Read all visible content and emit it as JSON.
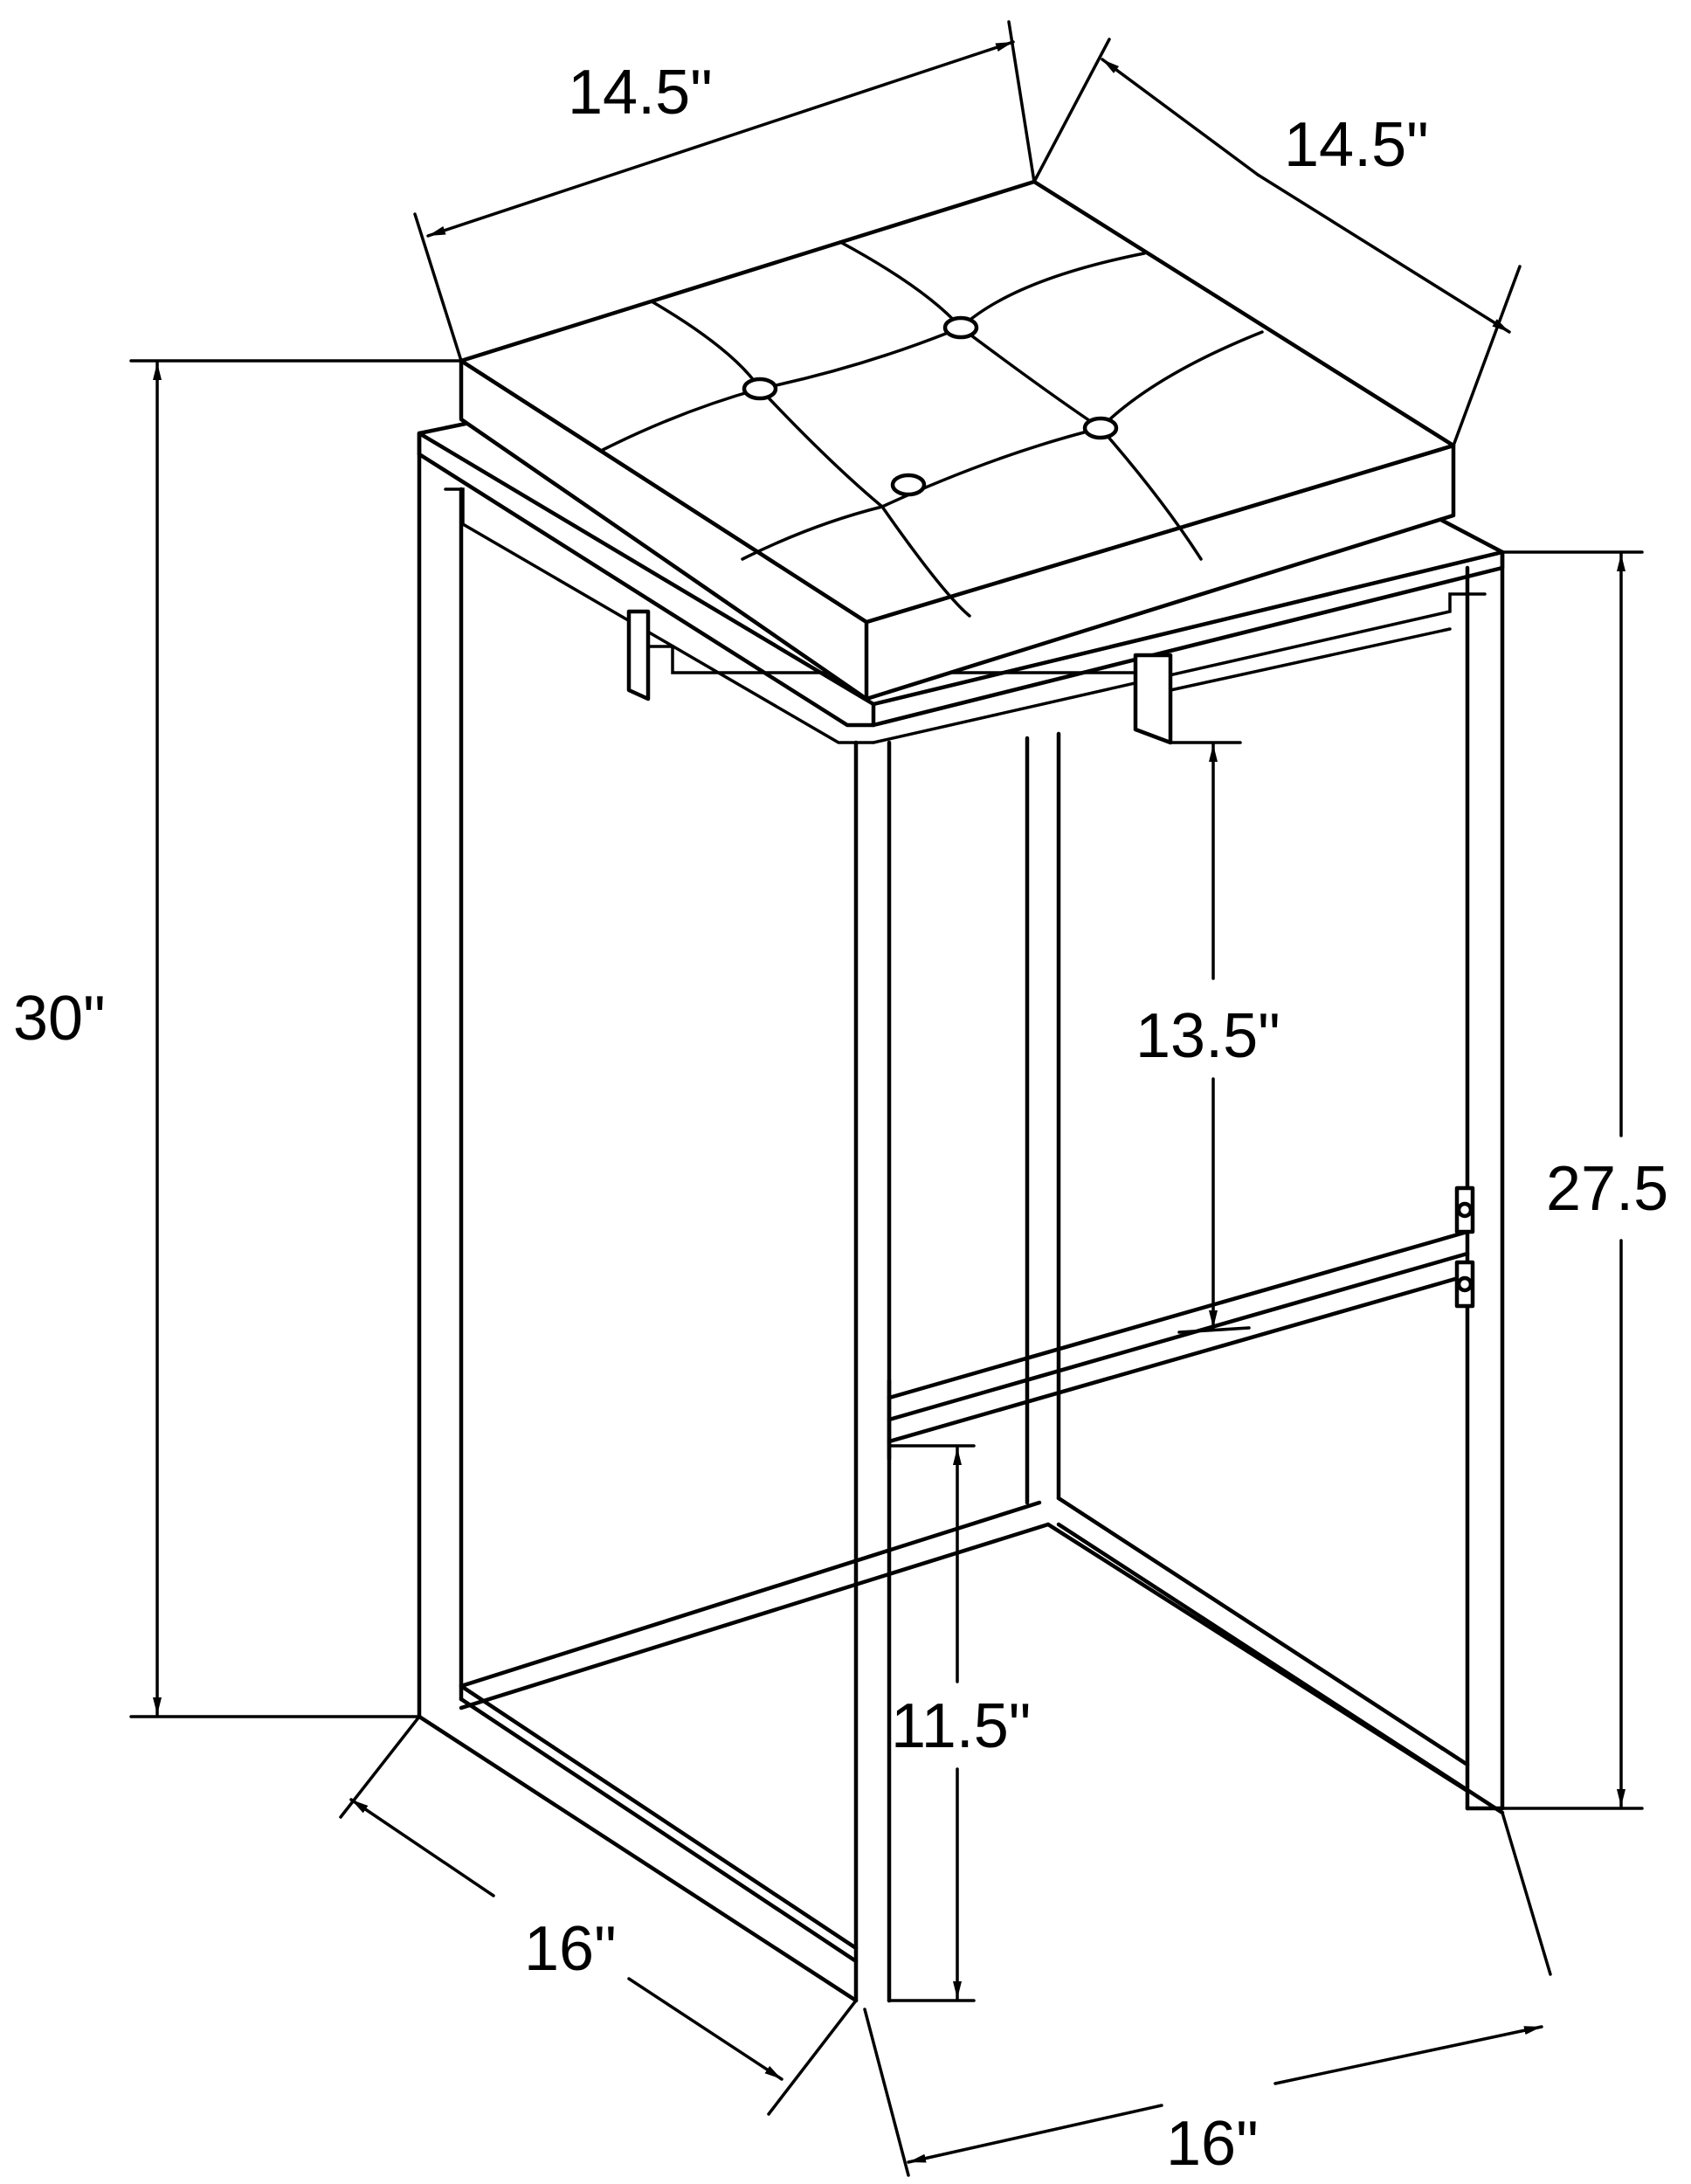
{
  "title": "Bar stool dimension drawing",
  "product": {
    "type": "backless bar stool",
    "seat": "square tufted cushion with 4 buttons (3x3 panels)",
    "frame": "rectangular metal frame with footrest bar"
  },
  "dimensions": {
    "seat_width": "14.5\"",
    "seat_depth": "14.5\"",
    "overall_height": "30\"",
    "frame_height": "27.5",
    "seat_to_footrest": "13.5\"",
    "footrest_height": "11.5\"",
    "base_depth": "16\"",
    "base_width": "16\""
  },
  "colors": {
    "line": "#000000",
    "background": "#ffffff"
  }
}
